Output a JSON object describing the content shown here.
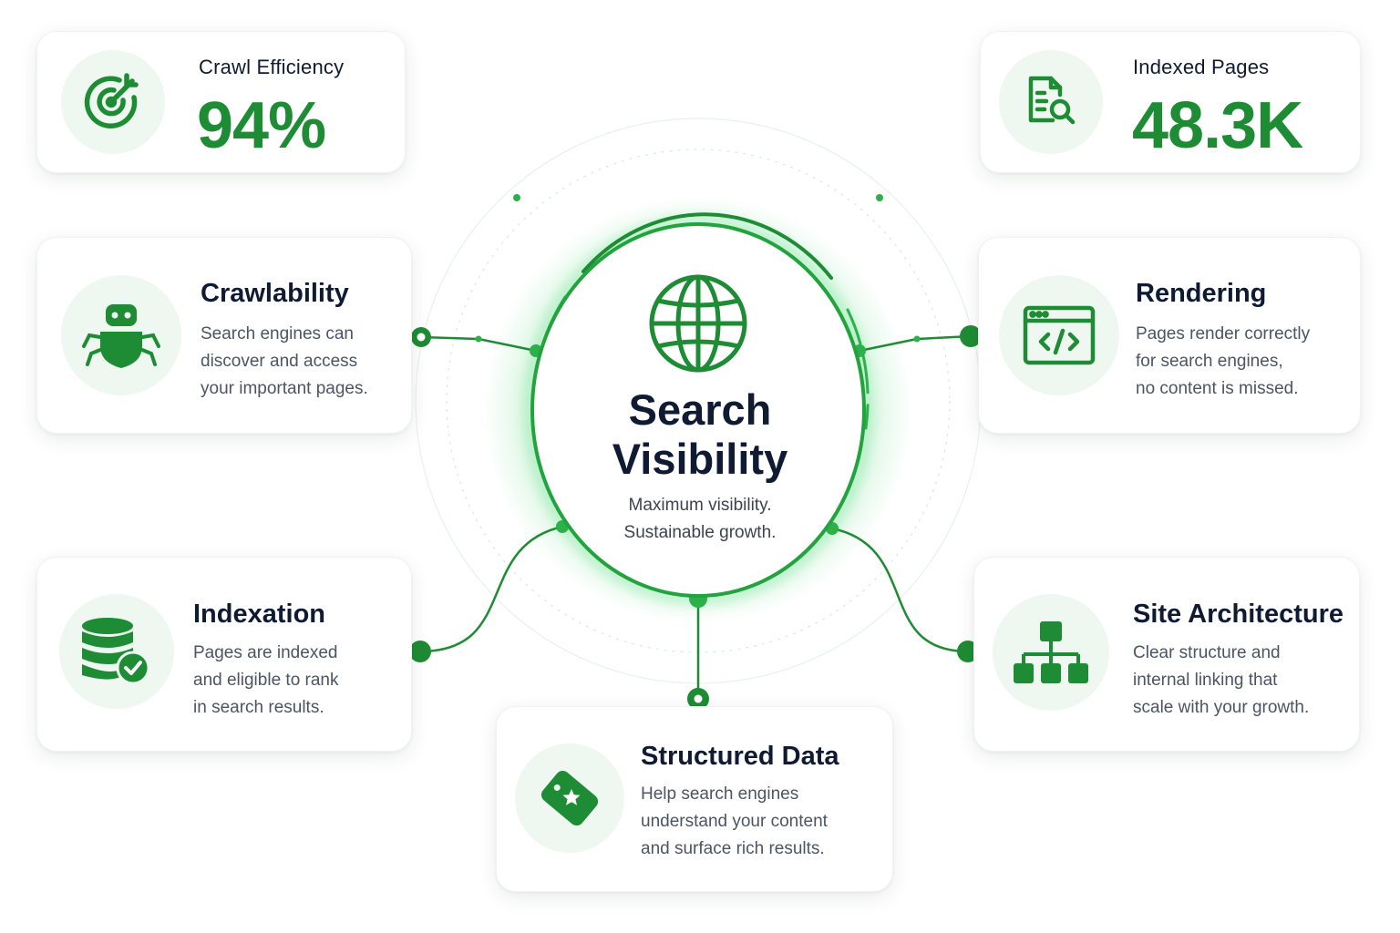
{
  "hub": {
    "title_line1": "Search",
    "title_line2": "Visibility",
    "subtitle_line1": "Maximum visibility.",
    "subtitle_line2": "Sustainable growth.",
    "icon": "globe-icon"
  },
  "stats": {
    "crawl_efficiency": {
      "label": "Crawl Efficiency",
      "value": "94%",
      "icon": "target-icon"
    },
    "indexed_pages": {
      "label": "Indexed Pages",
      "value": "48.3K",
      "icon": "document-search-icon"
    }
  },
  "cards": {
    "crawlability": {
      "title": "Crawlability",
      "lines": [
        "Search engines can",
        "discover and access",
        "your important pages."
      ],
      "icon": "bug-crawler-icon"
    },
    "rendering": {
      "title": "Rendering",
      "lines": [
        "Pages render correctly",
        "for search engines,",
        "no content is missed."
      ],
      "icon": "code-window-icon"
    },
    "indexation": {
      "title": "Indexation",
      "lines": [
        "Pages are indexed",
        "and eligible to rank",
        "in search results."
      ],
      "icon": "database-check-icon"
    },
    "site_architecture": {
      "title": "Site Architecture",
      "lines": [
        "Clear structure and",
        "internal linking that",
        "scale with your growth."
      ],
      "icon": "sitemap-icon"
    },
    "structured_data": {
      "title": "Structured Data",
      "lines": [
        "Help search engines",
        "understand your content",
        "and surface rich results."
      ],
      "icon": "tag-star-icon"
    }
  },
  "colors": {
    "accent": "#1e8c34",
    "accent_light": "#eef7f0",
    "text_dark": "#0f1a33",
    "text_muted": "#4b5563"
  }
}
